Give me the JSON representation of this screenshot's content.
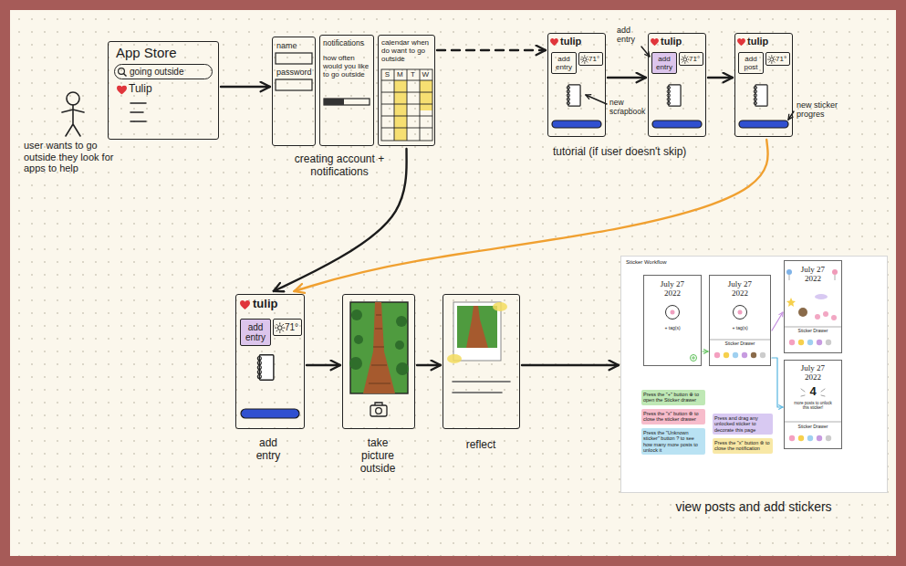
{
  "diagram": {
    "nodes": [
      {
        "text": [
          "App Store",
          "Tulip"
        ]
      },
      {
        "text": [
          "going outside"
        ],
        "in": 0
      },
      {
        "text": [
          "name",
          "password"
        ]
      },
      {
        "text": [
          "notifications",
          "how often would you like to go outside"
        ]
      },
      {
        "text": [
          "calendar when do want to go outside",
          "S",
          "M",
          "T",
          "W"
        ]
      },
      {
        "text": [
          "tulip"
        ]
      },
      {
        "text": [
          "add entry"
        ],
        "in": 5
      },
      {
        "text": [
          "71°"
        ],
        "in": 5
      },
      {
        "text": [
          "tulip"
        ]
      },
      {
        "text": [
          "add entry"
        ],
        "in": 8
      },
      {
        "text": [
          "71°"
        ],
        "in": 8
      },
      {
        "text": [
          "tulip"
        ]
      },
      {
        "text": [
          "add post"
        ],
        "in": 11
      },
      {
        "text": [
          "71°"
        ],
        "in": 11
      },
      {
        "text": [
          "tulip",
          "add entry"
        ]
      },
      {
        "text": [
          "add entry"
        ],
        "in": 14
      },
      {
        "text": [
          "71°"
        ],
        "in": 14
      },
      {
        "text": [
          "take picture outside"
        ]
      },
      {
        "text": [
          "reflect"
        ]
      },
      {
        "text": [
          "Sticker Workflow",
          "view posts and add stickers"
        ]
      },
      {
        "text": [
          "July 27 2022",
          "+ tag(s)"
        ],
        "in": 19
      },
      {
        "text": [
          "July 27 2022",
          "+ tag(s)",
          "Sticker Drawer"
        ],
        "in": 19
      },
      {
        "text": [
          "July 27 2022",
          "Sticker Drawer"
        ],
        "in": 19
      },
      {
        "text": [
          "July 27 2022",
          "4",
          "more posts to unlock this sticker!",
          "Sticker Drawer"
        ],
        "in": 19
      },
      {
        "text": [
          "Press the \"+\" button ⊕ to open the Sticker drawer"
        ],
        "in": 19
      },
      {
        "text": [
          "Press the \"x\" button ⊗ to close the sticker drawer"
        ],
        "in": 19
      },
      {
        "text": [
          "Press the \"Unknown sticker\" button ? to see how many more posts to unlock it"
        ],
        "in": 19
      },
      {
        "text": [
          "Press and drag any unlocked sticker to decorate this page"
        ],
        "in": 19
      },
      {
        "text": [
          "Press the \"x\" button ⊗ to close the notification"
        ],
        "in": 19
      }
    ],
    "edges": [
      {
        "from": 0,
        "to": 2,
        "arrow": "to"
      },
      {
        "from": 4,
        "to": 5,
        "arrow": "to"
      },
      {
        "from": 5,
        "to": 8,
        "arrow": "to"
      },
      {
        "from": 8,
        "to": 11,
        "arrow": "to"
      },
      {
        "from": 4,
        "to": 14,
        "arrow": "to"
      },
      {
        "from": 11,
        "to": 14,
        "arrow": "to"
      },
      {
        "from": 14,
        "to": 17,
        "arrow": "to"
      },
      {
        "from": 17,
        "to": 18,
        "arrow": "to"
      },
      {
        "from": 18,
        "to": 19,
        "arrow": "to"
      },
      {
        "from": 20,
        "to": 21,
        "arrow": "to"
      },
      {
        "from": 21,
        "to": 22,
        "arrow": "to"
      },
      {
        "from": 21,
        "to": 23,
        "arrow": "to"
      }
    ],
    "labels": [
      "user wants to go outside they look for apps to help",
      "creating account + notifications",
      "tutorial (if user doesn't skip)",
      "add entry",
      "new scrapbook",
      "new sticker progres"
    ]
  }
}
